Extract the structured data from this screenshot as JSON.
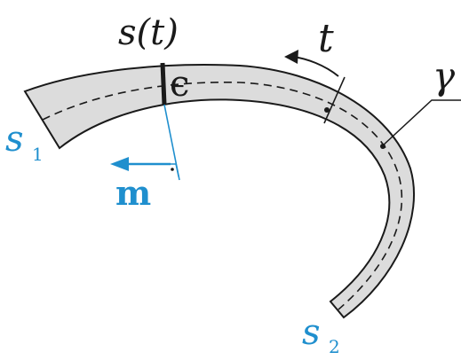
{
  "diagram": {
    "labels": {
      "s_t": "s(t)",
      "t": "t",
      "gamma": "γ",
      "epsilon": "ϵ",
      "s1": "s",
      "s1_sub": "1",
      "s2": "s",
      "s2_sub": "2",
      "m": "m"
    },
    "colors": {
      "tube_fill": "#dcdcdc",
      "outline": "#1a1a1a",
      "accent": "#1f8fce"
    }
  }
}
